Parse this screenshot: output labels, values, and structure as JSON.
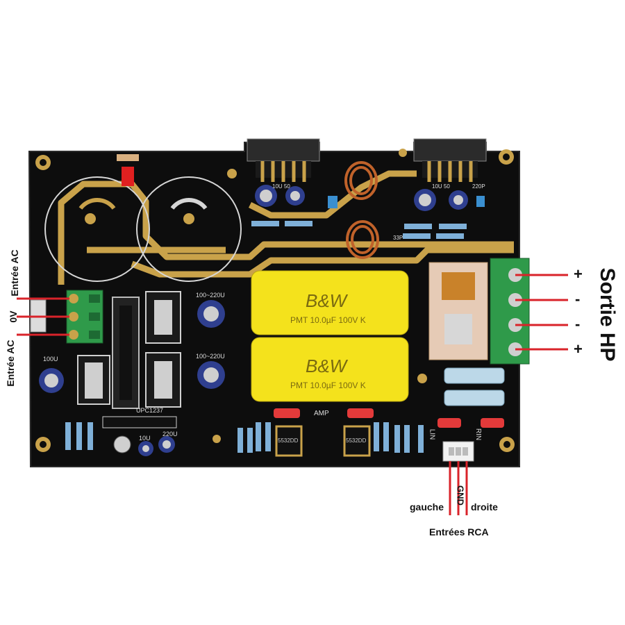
{
  "left_labels": {
    "entree_ac_top": "Entrée AC",
    "zero_v": "0V",
    "entree_ac_bottom": "Entrée AC"
  },
  "right_labels": {
    "title": "Sortie HP",
    "terminals": [
      "+",
      "-",
      "-",
      "+"
    ]
  },
  "bottom_labels": {
    "gauche": "gauche",
    "gnd": "GND",
    "droite": "droite",
    "entrees_rca": "Entrées RCA"
  },
  "board_silk": {
    "cap_brand": "B&W",
    "cap_spec": "PMT 10.0µF 100V K",
    "amp": "AMP",
    "lin": "LIN",
    "rin": "RIN",
    "upc": "UPC1237",
    "v100": "100U",
    "v100_220": "100~220U",
    "v10": "10U",
    "v220": "220U",
    "chip": "5532DD",
    "p33": "33P",
    "p220": "220P",
    "cap_small": "10U 50"
  },
  "colors": {
    "board": "#0d0d0d",
    "trace": "#c9a24a",
    "cap_yellow": "#f4e21c",
    "terminal_green": "#2f9a4a",
    "wire_red": "#d9232a",
    "copper": "#c0622a"
  }
}
